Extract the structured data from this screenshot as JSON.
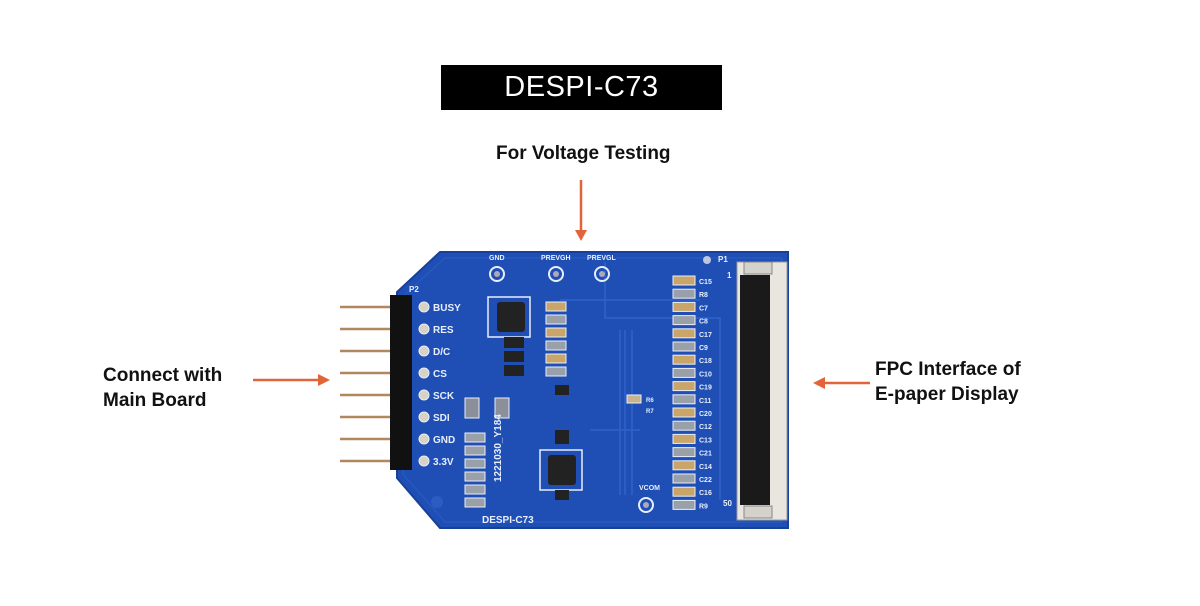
{
  "title": "DESPI-C73",
  "callouts": {
    "top": "For Voltage Testing",
    "left": [
      "Connect with",
      "Main Board"
    ],
    "right": [
      "FPC Interface of",
      "E-paper Display"
    ]
  },
  "board": {
    "name": "DESPI-C73",
    "code": "1221030_Y184",
    "header_label": "P2",
    "fpc_label": "P1",
    "fpc_pin_first": "1",
    "fpc_pin_last": "50",
    "pins": [
      "BUSY",
      "RES",
      "D/C",
      "CS",
      "SCK",
      "SDI",
      "GND",
      "3.3V"
    ],
    "test_points": [
      "GND",
      "PREVGH",
      "PREVGL"
    ],
    "vcom": "VCOM",
    "fpc_components": [
      "C15",
      "R8",
      "C7",
      "C8",
      "C17",
      "C9",
      "C18",
      "C10",
      "C19",
      "C11",
      "C20",
      "C12",
      "C13",
      "C21",
      "C14",
      "C22",
      "C16",
      "R9"
    ]
  },
  "colors": {
    "accent": "#e2653a",
    "board": "#1f4fb5",
    "title_bg": "#000000"
  }
}
